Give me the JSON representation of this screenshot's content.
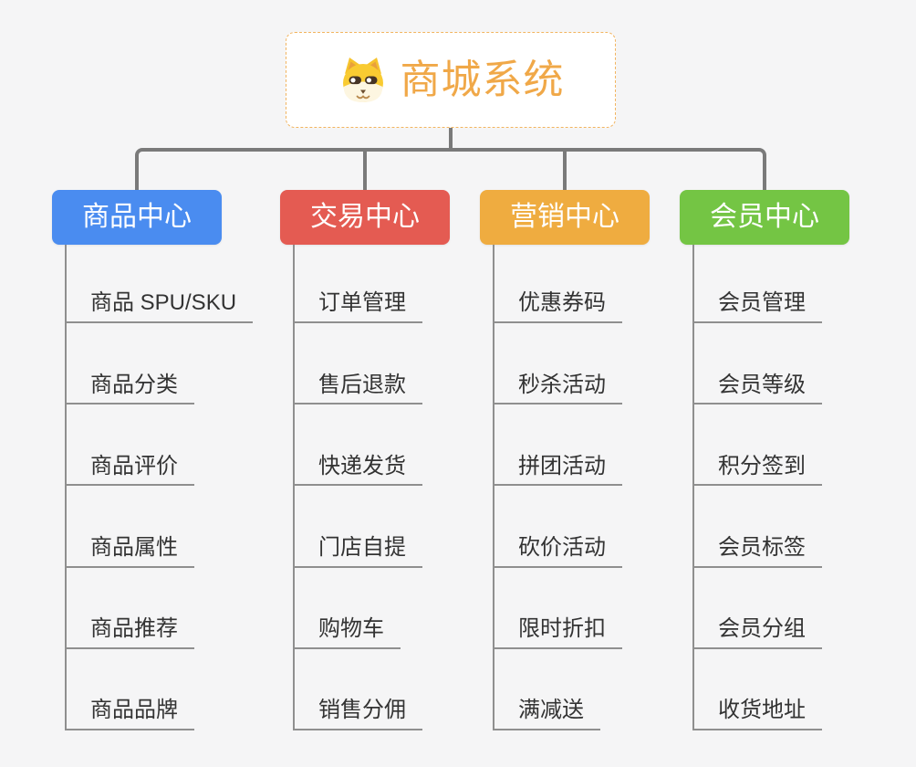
{
  "root": {
    "label": "商城系统",
    "icon": "dog-face-icon"
  },
  "branches": [
    {
      "label": "商品中心",
      "color": "#4a8cf0",
      "items": [
        "商品 SPU/SKU",
        "商品分类",
        "商品评价",
        "商品属性",
        "商品推荐",
        "商品品牌"
      ]
    },
    {
      "label": "交易中心",
      "color": "#e45b52",
      "items": [
        "订单管理",
        "售后退款",
        "快递发货",
        "门店自提",
        "购物车",
        "销售分佣"
      ]
    },
    {
      "label": "营销中心",
      "color": "#efac40",
      "items": [
        "优惠券码",
        "秒杀活动",
        "拼团活动",
        "砍价活动",
        "限时折扣",
        "满减送"
      ]
    },
    {
      "label": "会员中心",
      "color": "#74c544",
      "items": [
        "会员管理",
        "会员等级",
        "积分签到",
        "会员标签",
        "会员分组",
        "收货地址"
      ]
    }
  ],
  "colors": {
    "background": "#f5f5f6",
    "connector_main": "#7a7a7a",
    "connector_sub": "#8f8f8f",
    "root_text": "#f0a848",
    "root_border": "#f2b45f",
    "branch_text": "#ffffff",
    "item_text": "#333333"
  }
}
